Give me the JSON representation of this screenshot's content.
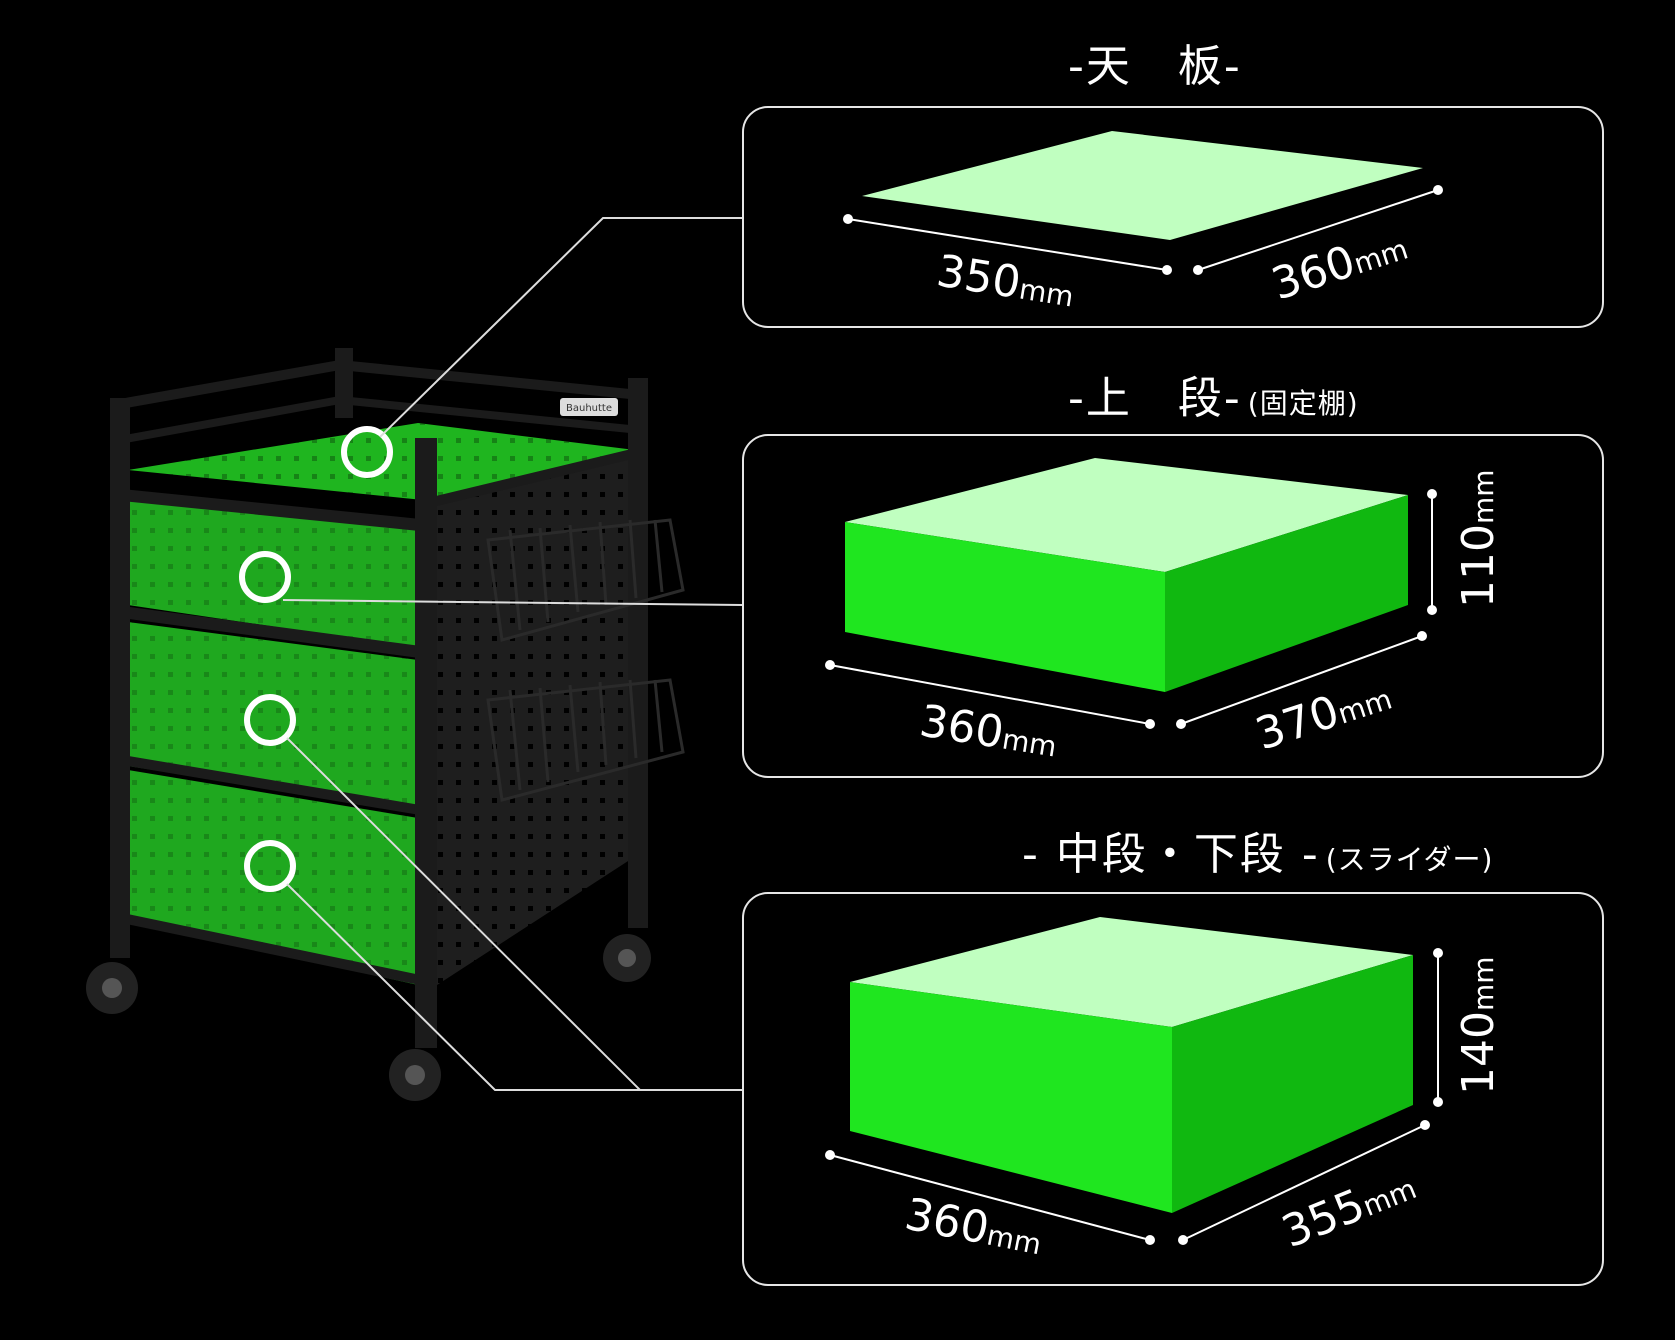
{
  "sections": {
    "top_board": {
      "title": "-天　板-",
      "width_value": "350",
      "width_unit": "mm",
      "depth_value": "360",
      "depth_unit": "mm"
    },
    "upper_shelf": {
      "title": "-上　段-",
      "subtitle": "(固定棚)",
      "width_value": "360",
      "width_unit": "mm",
      "depth_value": "370",
      "depth_unit": "mm",
      "height_value": "110",
      "height_unit": "mm"
    },
    "middle_lower": {
      "title": "- 中段・下段 -",
      "subtitle": "(スライダー)",
      "width_value": "360",
      "width_unit": "mm",
      "depth_value": "355",
      "depth_unit": "mm",
      "height_value": "140",
      "height_unit": "mm"
    }
  },
  "product": {
    "brand_label": "Bauhutte"
  },
  "colors": {
    "background": "#000000",
    "highlight_green": "#1fd11f",
    "top_face": "#c0ffc0",
    "side_face": "#10b810",
    "frame": "#1b1b1b"
  }
}
